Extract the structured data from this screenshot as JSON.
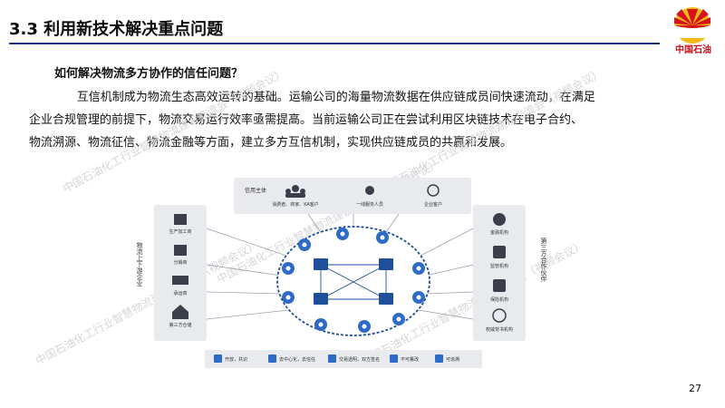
{
  "header": {
    "title": "3.3 利用新技术解决重点问题",
    "logo_text": "中国石油"
  },
  "body": {
    "subhead": "如何解决物流多方协作的信任问题？",
    "para_lines": [
      "互信机制成为物流生态高效运转的基础。运输公司的海量物流数据在供应链成员间快速流动，在满足",
      "企业合规管理的前提下，物流交易运行效率亟需提高。当前运输公司正在尝试利用区块链技术在电子合约、",
      "物流溯源、物流征信、物流金融等方面，建立多方互信机制，实现供应链成员的共赢和发展。"
    ]
  },
  "watermark": "中国石油化工行业智慧物流建设交流会（视频会议）",
  "diagram": {
    "top_title": "信用主体",
    "top_items": [
      "消费者、商家、KA客户",
      "一线服务人员",
      "企业客户"
    ],
    "left_title": "物流上下游企业",
    "left_items": [
      "生产加工商",
      "分销商",
      "承运商",
      "第三方仓储"
    ],
    "right_title": "第三方合作伙伴",
    "right_items": [
      "金融机构",
      "监管机构",
      "保险机构",
      "权威背书机构"
    ],
    "bottom_items": [
      "开放，共识",
      "去中心化，去信任",
      "交易透明，双方签名",
      "不可篡改",
      "可追溯"
    ]
  },
  "page_number": "27",
  "colors": {
    "brand_blue": "#1a2f88",
    "accent_red": "#c8101a",
    "icon_blue": "#2e6bc6",
    "panel_gray": "#e8eaee"
  }
}
